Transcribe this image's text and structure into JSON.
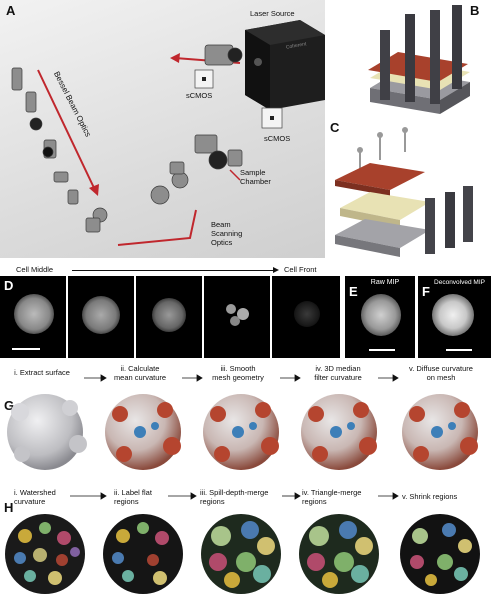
{
  "panels": {
    "a": "A",
    "b": "B",
    "c": "C",
    "d": "D",
    "e": "E",
    "f": "F",
    "g": "G",
    "h": "H"
  },
  "panel_a": {
    "laser_source": "Laser Source",
    "bessel_beam_optics": "Bessel Beam Optics",
    "scmos_1": "sCMOS",
    "scmos_2": "sCMOS",
    "sample_chamber": "Sample\nChamber",
    "beam_scanning_optics": "Beam\nScanning\nOptics",
    "laser_box_brand": "Coherent"
  },
  "panel_d": {
    "cell_middle": "Cell Middle",
    "cell_front": "Cell Front"
  },
  "panel_e": {
    "label": "Raw MIP"
  },
  "panel_f": {
    "label": "Deconvolved MIP"
  },
  "panel_g": {
    "steps": [
      "i. Extract surface",
      "ii. Calculate\nmean curvature",
      "iii. Smooth\nmesh geometry",
      "iv. 3D median\nfilter curvature",
      "v. Diffuse curvature\non mesh"
    ]
  },
  "panel_h": {
    "steps": [
      "i. Watershed\ncurvature",
      "ii. Label flat\nregions",
      "iii. Spill-depth-merge\nregions",
      "iv. Triangle-merge\nregions",
      "v. Shrink regions"
    ]
  },
  "colors": {
    "arrow_red": "#c0272d",
    "curv_red": "#b5452f",
    "curv_blue": "#3d7fb8",
    "mesh_grey": "#c9c9cc",
    "rubber_red": "#a8412c",
    "cream": "#e8e2b4"
  }
}
